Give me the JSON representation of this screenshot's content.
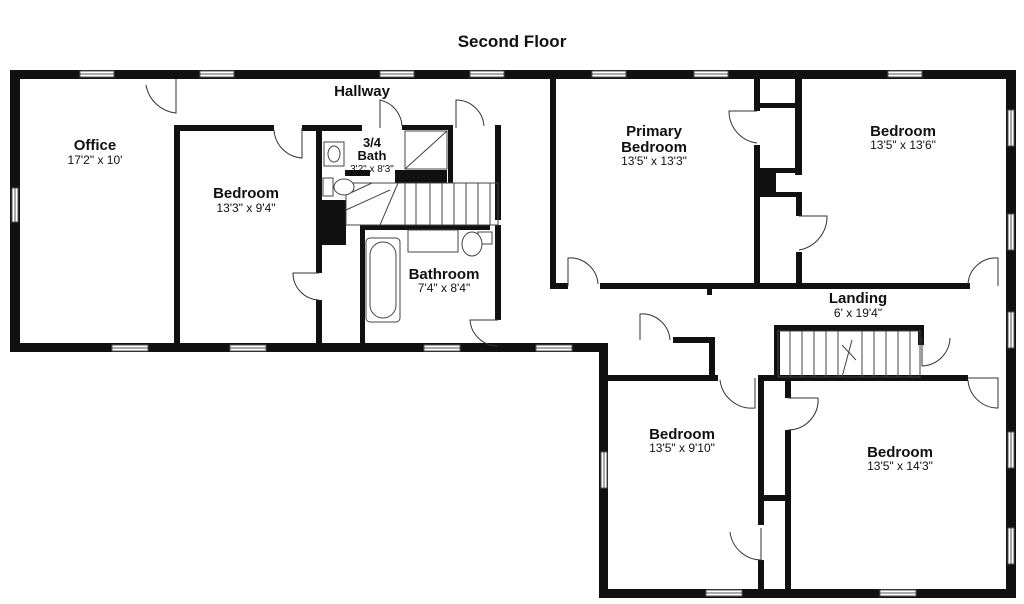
{
  "floor": {
    "title": "Second Floor"
  },
  "rooms": {
    "office": {
      "name": "Office",
      "dims": "17'2\" x 10'"
    },
    "hallway": {
      "name": "Hallway"
    },
    "bedroom_1": {
      "name": "Bedroom",
      "dims": "13'3\" x 9'4\""
    },
    "bath_34": {
      "name_line1": "3/4",
      "name_line2": "Bath",
      "dims": "3'2\" x 8'3\""
    },
    "bathroom": {
      "name": "Bathroom",
      "dims": "7'4\" x 8'4\""
    },
    "primary": {
      "name_line1": "Primary",
      "name_line2": "Bedroom",
      "dims": "13'5\" x 13'3\""
    },
    "bedroom_ne": {
      "name": "Bedroom",
      "dims": "13'5\" x 13'6\""
    },
    "landing": {
      "name": "Landing",
      "dims": "6' x 19'4\""
    },
    "bedroom_sw": {
      "name": "Bedroom",
      "dims": "13'5\" x 9'10\""
    },
    "bedroom_se": {
      "name": "Bedroom",
      "dims": "13'5\" x 14'3\""
    }
  }
}
